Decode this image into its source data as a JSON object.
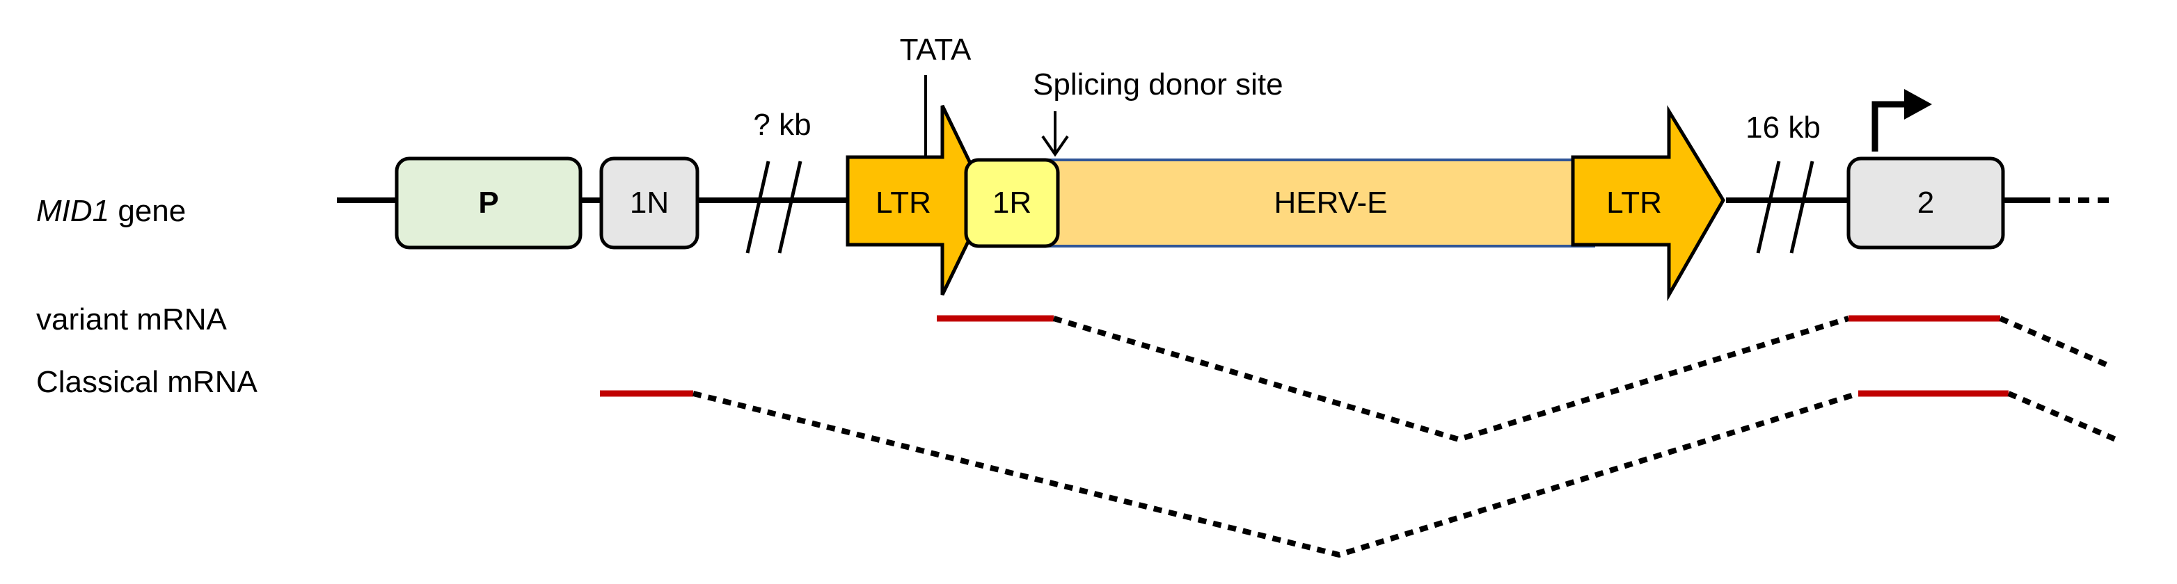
{
  "gene": {
    "name": "MID1",
    "suffix": " gene"
  },
  "rows": {
    "variant": "variant mRNA",
    "classical": "Classical mRNA"
  },
  "elements": {
    "promoter": "P",
    "exon_1n": "1N",
    "ltr_left": "LTR",
    "exon_1r": "1R",
    "herv": "HERV-E",
    "ltr_right": "LTR",
    "exon_2": "2"
  },
  "annotations": {
    "tata": "TATA",
    "splice_site": "Splicing donor site",
    "gap_left": "? kb",
    "gap_right": "16 kb"
  },
  "colors": {
    "promoter_fill": "#e2f0d9",
    "exon_fill": "#e6e6e6",
    "ltr_fill": "#ffc000",
    "herv_fill": "#ffd97f",
    "herv_stroke": "#2f5597",
    "exon_1r_fill": "#ffff7f",
    "mrna_exon": "#c00000",
    "line": "#000000"
  }
}
